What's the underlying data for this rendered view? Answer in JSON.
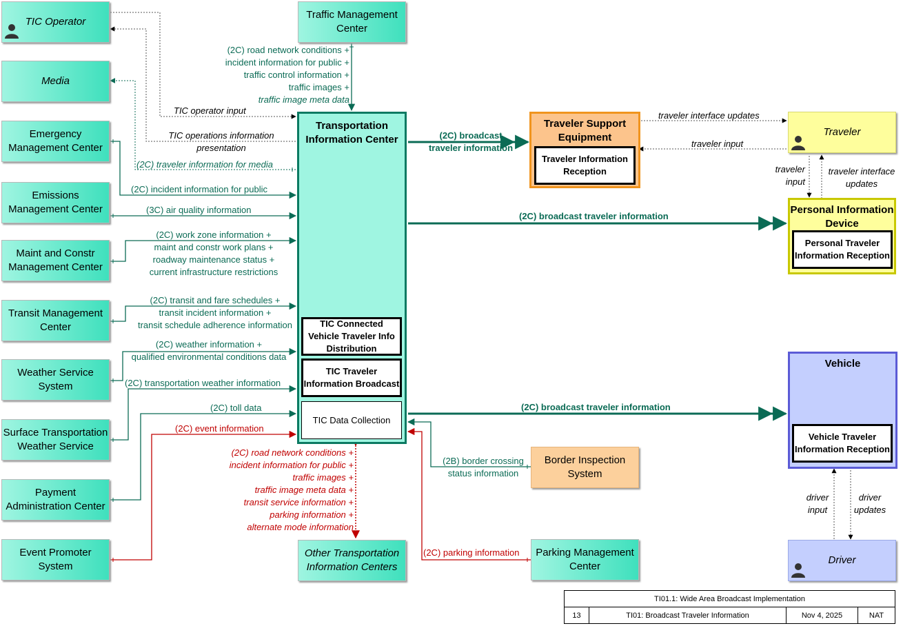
{
  "diagram": {
    "terminators": {
      "tic_operator": "TIC Operator",
      "media": "Media",
      "emergency": "Emergency Management Center",
      "emissions": "Emissions Management Center",
      "maint": "Maint and Constr Management Center",
      "transit": "Transit Management Center",
      "weather_service": "Weather Service System",
      "surface_weather": "Surface Transportation Weather Service",
      "payment": "Payment Administration Center",
      "event_promoter": "Event Promoter System",
      "traffic_mgmt": "Traffic Management Center",
      "other_tic": "Other Transportation Information Centers",
      "border": "Border Inspection System",
      "parking": "Parking Management Center",
      "traveler": "Traveler",
      "driver": "Driver"
    },
    "main": {
      "tic": "Transportation Information Center",
      "tic_cv": "TIC Connected Vehicle Traveler Info Distribution",
      "tic_broadcast": "TIC Traveler Information Broadcast",
      "tic_collection": "TIC Data Collection",
      "tse": "Traveler Support Equipment",
      "tse_sub": "Traveler Information Reception",
      "pid": "Personal Information Device",
      "pid_sub": "Personal Traveler Information Reception",
      "vehicle": "Vehicle",
      "vehicle_sub": "Vehicle Traveler Information Reception"
    },
    "flows": {
      "tmc_1": "(2C) road network conditions +",
      "tmc_2": "incident information for public +",
      "tmc_3": "traffic control information +",
      "tmc_4": "traffic images +",
      "tmc_5": "traffic image meta data",
      "operator_input": "TIC operator input",
      "ops_info_1": "TIC operations information",
      "ops_info_2": "presentation",
      "media_info": "(2C) traveler information for media",
      "emergency_incident": "(2C) incident information for public",
      "air_quality": "(3C) air quality information",
      "maint_1": "(2C) work zone information +",
      "maint_2": "maint and constr work plans +",
      "maint_3": "roadway maintenance status +",
      "maint_4": "current infrastructure restrictions",
      "transit_1": "(2C) transit and fare schedules +",
      "transit_2": "transit incident information +",
      "transit_3": "transit schedule adherence information",
      "weather_1": "(2C) weather information +",
      "weather_2": "qualified environmental conditions data",
      "surface_weather": "(2C) transportation weather information",
      "toll": "(2C) toll data",
      "event": "(2C) event information",
      "broadcast_tse_1": "(2C) broadcast",
      "broadcast_tse_2": "traveler information",
      "broadcast_pid": "(2C) broadcast traveler information",
      "broadcast_vehicle": "(2C) broadcast traveler information",
      "tse_updates": "traveler interface updates",
      "tse_input": "traveler input",
      "pid_input_1": "traveler",
      "pid_input_2": "input",
      "pid_updates_1": "traveler interface",
      "pid_updates_2": "updates",
      "border_1": "(2B) border crossing",
      "border_2": "status information",
      "parking": "(2C) parking information",
      "other_1": "(2C) road network conditions +",
      "other_2": "incident information for public +",
      "other_3": "traffic images +",
      "other_4": "traffic image meta data +",
      "other_5": "transit service information +",
      "other_6": "parking information +",
      "other_7": "alternate mode information",
      "driver_input_1": "driver",
      "driver_input_2": "input",
      "driver_updates_1": "driver",
      "driver_updates_2": "updates"
    }
  },
  "title_block": {
    "title": "TI01.1: Wide Area Broadcast Implementation",
    "page": "13",
    "name": "TI01: Broadcast Traveler Information",
    "date": "Nov 4, 2025",
    "scope": "NAT"
  },
  "colors": {
    "teal": "#0b6b55",
    "red": "#c00000",
    "dotted": "#555555"
  }
}
